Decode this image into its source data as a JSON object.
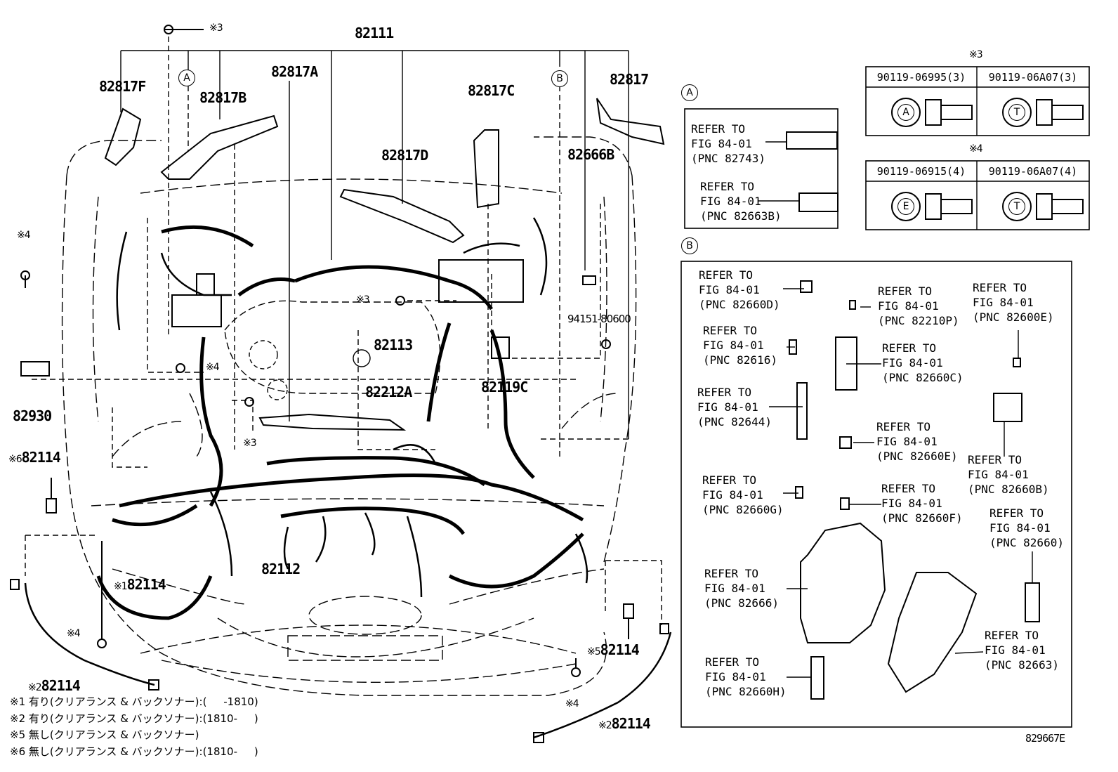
{
  "figure_code": "829667E",
  "main_labels": {
    "wire_main": "82111",
    "wire_sub": "82112",
    "wire_sub2": "82113",
    "clamp_sensor": "82930",
    "clamp_94151": "94151-80600",
    "p82817": "82817",
    "p82817A": "82817A",
    "p82817B": "82817B",
    "p82817C": "82817C",
    "p82817D": "82817D",
    "p82817F": "82817F",
    "p82666B": "82666B",
    "p82212A": "82212A",
    "p82119C": "82119C",
    "p82114_a": "82114",
    "p82114_b": "82114",
    "p82114_c": "82114",
    "p82114_d": "82114",
    "p82114_e": "82114"
  },
  "marks": {
    "m3": "※3",
    "m4": "※4",
    "m1": "※1",
    "m2": "※2",
    "m5": "※5",
    "m6": "※6"
  },
  "callouts": {
    "A": "A",
    "B": "B"
  },
  "fastener_table": {
    "title_3": "※3",
    "title_4": "※4",
    "r1c1": "90119-06995(3)",
    "r1c2": "90119-06A07(3)",
    "r2c1": "90119-06915(4)",
    "r2c2": "90119-06A07(4)",
    "icon_a": "A",
    "icon_t": "T",
    "icon_e": "E"
  },
  "box_a": {
    "ref1": "REFER TO\nFIG 84-01\n(PNC 82743)",
    "ref2": "REFER TO\nFIG 84-01\n(PNC 82663B)"
  },
  "box_b": {
    "r1": "REFER TO\nFIG 84-01\n(PNC 82660D)",
    "r2": "REFER TO\nFIG 84-01\n(PNC 82210P)",
    "r3": "REFER TO\nFIG 84-01\n(PNC 82600E)",
    "r4": "REFER TO\nFIG 84-01\n(PNC 82616)",
    "r5": "REFER TO\nFIG 84-01\n(PNC 82660C)",
    "r6": "REFER TO\nFIG 84-01\n(PNC 82644)",
    "r7": "REFER TO\nFIG 84-01\n(PNC 82660E)",
    "r8": "REFER TO\nFIG 84-01\n(PNC 82660B)",
    "r9": "REFER TO\nFIG 84-01\n(PNC 82660G)",
    "r10": "REFER TO\nFIG 84-01\n(PNC 82660F)",
    "r11": "REFER TO\nFIG 84-01\n(PNC 82660)",
    "r12": "REFER TO\nFIG 84-01\n(PNC 82666)",
    "r13": "REFER TO\nFIG 84-01\n(PNC 82663)",
    "r14": "REFER TO\nFIG 84-01\n(PNC 82660H)"
  },
  "notes": [
    "※1 有り(クリアランス & バックソナー):(     -1810)",
    "※2 有り(クリアランス & バックソナー):(1810-     )",
    "※5 無し(クリアランス & バックソナー)",
    "※6 無し(クリアランス & バックソナー):(1810-     )"
  ]
}
